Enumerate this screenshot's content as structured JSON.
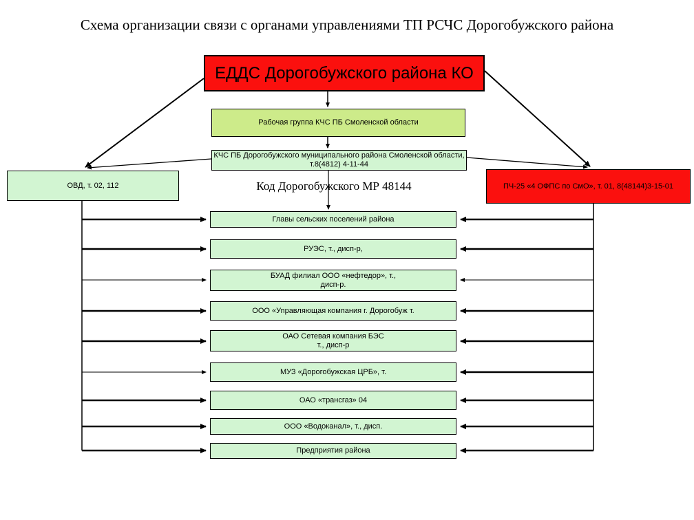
{
  "page": {
    "title": "Схема организации связи с органами управлениями ТП РСЧС Дорогобужского района"
  },
  "colors": {
    "alert_red": "#fb100e",
    "yellow_green": "#cdeb8a",
    "pale_green": "#d2f5d2",
    "line_black": "#000000",
    "background": "#ffffff"
  },
  "nodes": {
    "edds": {
      "label": "ЕДДС Дорогобужского района КО"
    },
    "working_group": {
      "label": "Рабочая группа КЧС ПБ Смоленской области"
    },
    "kchs": {
      "label": "КЧС ПБ Дорогобужского муниципального района  Смоленской области,\nт.8(4812) 4-11-44"
    },
    "ovd": {
      "label": "ОВД, т. 02, 112"
    },
    "fire_station": {
      "label": "ПЧ-25 «4 ОФПС по СмО», т. 01, 8(48144)3-15-01"
    },
    "district_code": {
      "label": "Код Дорогобужского МР 48144"
    }
  },
  "rows": [
    {
      "label": "Главы сельских поселений района"
    },
    {
      "label": "РУЭС, т., дисп-р,"
    },
    {
      "label": "БУАД филиал ООО «нефтедор», т.,\nдисп-р."
    },
    {
      "label": "ООО «Управляющая компания г. Дорогобуж т."
    },
    {
      "label": "ОАО Сетевая компания  БЭС\nт., дисп-р"
    },
    {
      "label": "МУЗ «Дорогобужская ЦРБ», т."
    },
    {
      "label": "ОАО «трансгаз»  04"
    },
    {
      "label": "ООО «Водоканал», т., дисп."
    },
    {
      "label": "Предприятия района"
    }
  ]
}
